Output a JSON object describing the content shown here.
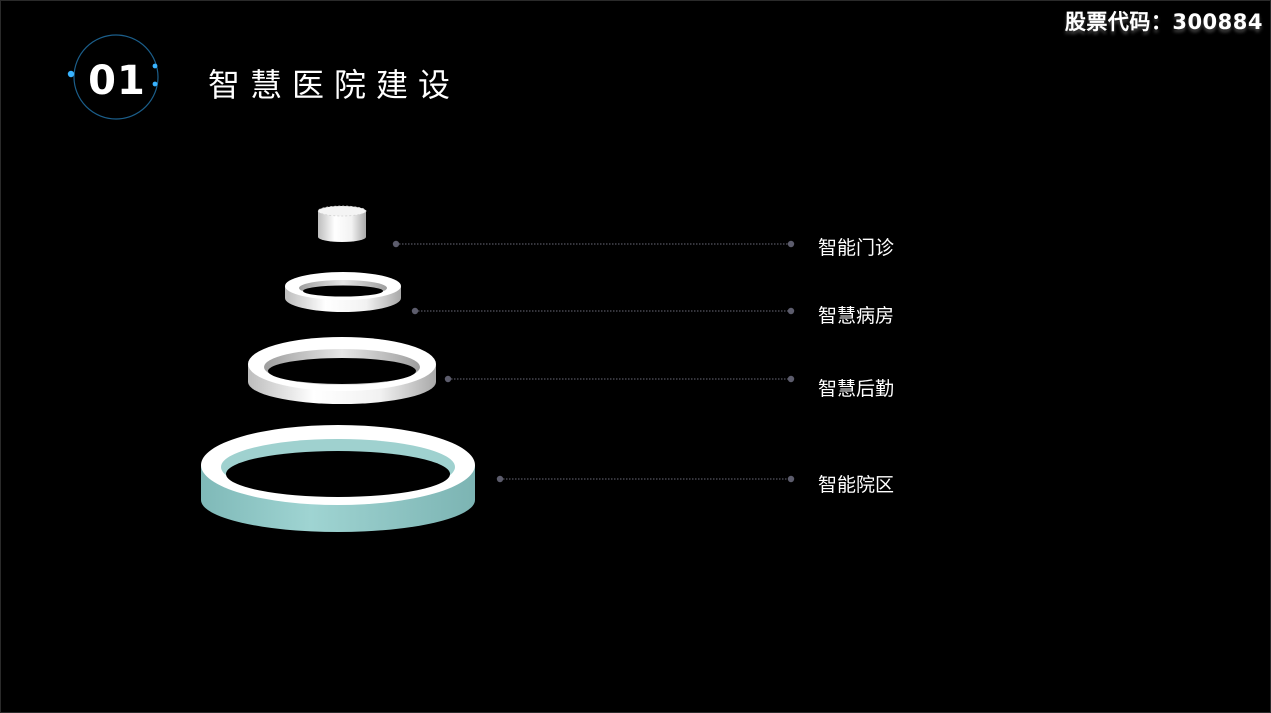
{
  "header": {
    "stock_code": "股票代码：300884"
  },
  "section": {
    "number": "01",
    "title": "智慧医院建设"
  },
  "tiers": [
    {
      "label": "智能门诊"
    },
    {
      "label": "智慧病房"
    },
    {
      "label": "智慧后勤"
    },
    {
      "label": "智能院区"
    }
  ],
  "colors": {
    "background": "#000000",
    "accent_teal": "#8fcac9",
    "ring_white": "#ffffff",
    "badge_blue": "#1c8fd6",
    "leader_line": "#6a6a78"
  }
}
